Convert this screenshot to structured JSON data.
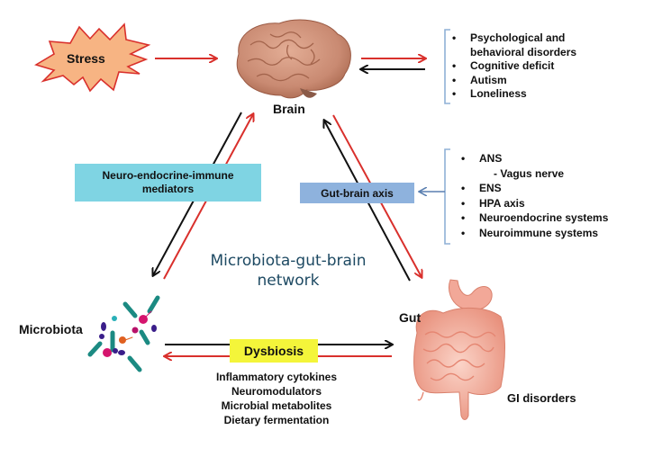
{
  "nodes": {
    "stress": "Stress",
    "brain": "Brain",
    "microbiota": "Microbiota",
    "gut": "Gut",
    "gi_disorders": "GI disorders"
  },
  "network_title": [
    "Microbiota-gut-brain",
    "network"
  ],
  "boxes": {
    "neuro_endocrine": [
      "Neuro-endocrine-immune",
      "mediators"
    ],
    "gut_brain_axis": "Gut-brain axis",
    "dysbiosis": "Dysbiosis"
  },
  "brain_outcomes": [
    {
      "text": "Psychological and",
      "bullet": true
    },
    {
      "text": "behavioral disorders",
      "bullet": false
    },
    {
      "text": "Cognitive deficit",
      "bullet": true
    },
    {
      "text": "Autism",
      "bullet": true
    },
    {
      "text": "Loneliness",
      "bullet": true
    }
  ],
  "axis_components": [
    {
      "text": "ANS",
      "type": "bullet"
    },
    {
      "text": "- Vagus nerve",
      "type": "sub"
    },
    {
      "text": "ENS",
      "type": "bullet"
    },
    {
      "text": "HPA axis",
      "type": "bullet"
    },
    {
      "text": "Neuroendocrine systems",
      "type": "bullet"
    },
    {
      "text": "Neuroimmune systems",
      "type": "bullet"
    }
  ],
  "dysbiosis_factors": [
    "Inflammatory cytokines",
    "Neuromodulators",
    "Microbial metabolites",
    "Dietary fermentation"
  ],
  "bullet_glyph": "•",
  "colors": {
    "arrow_red": "#d9302c",
    "arrow_black": "#111111",
    "bracket_blue": "#8fb0d6",
    "stress_fill": "#f7b483",
    "stress_stroke": "#d9302c"
  }
}
